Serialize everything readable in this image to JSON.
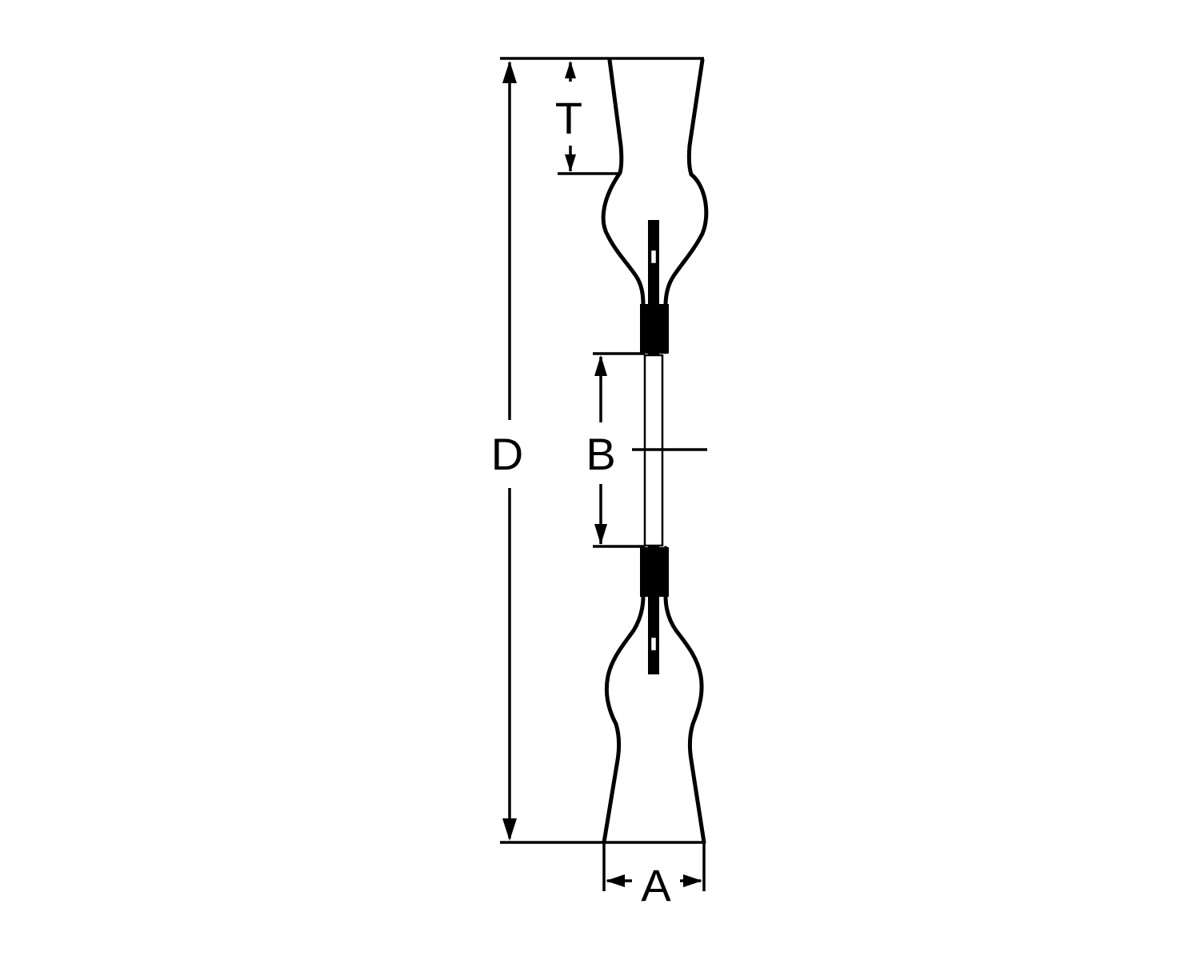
{
  "dimensions": {
    "overall_diameter": "D",
    "face_width": "A",
    "arbor_hole": "B",
    "trim_length": "T"
  },
  "colors": {
    "line": "#000000",
    "background": "#ffffff"
  }
}
